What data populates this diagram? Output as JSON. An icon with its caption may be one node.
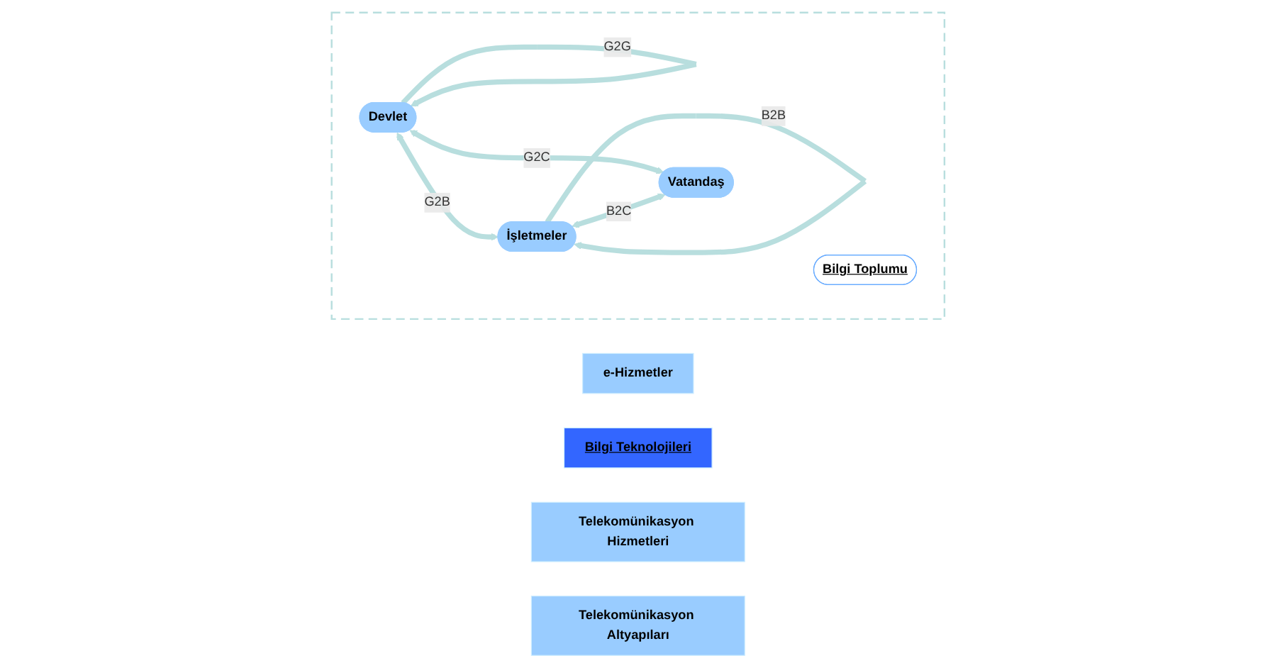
{
  "diagram": {
    "nodes": [
      {
        "text": [],
        "shape": "box"
      },
      {
        "text": [
          "Devlet"
        ],
        "in": 0
      },
      {
        "text": [
          "İşletmeler"
        ],
        "in": 0
      },
      {
        "text": [
          "Bilgi Toplumu"
        ],
        "in": 0
      },
      {
        "text": [
          "Vatandaş"
        ],
        "in": 0
      },
      {
        "text": [
          "e-Hizmetler"
        ]
      },
      {
        "text": [
          "Bilgi Teknolojileri"
        ]
      },
      {
        "text": [
          "Telekomünikasyon Hizmetleri"
        ]
      },
      {
        "text": [
          "Telekomünikasyon Altyapıları"
        ]
      }
    ],
    "edges": [
      {
        "from": 1,
        "to": 1,
        "arrow": "to",
        "label": "G2G"
      },
      {
        "from": 1,
        "to": 2,
        "arrow": "both",
        "label": "G2B"
      },
      {
        "from": 2,
        "to": 2,
        "arrow": "to",
        "label": "B2B"
      },
      {
        "from": 1,
        "to": 4,
        "arrow": "both",
        "label": "G2C"
      },
      {
        "from": 2,
        "to": 4,
        "arrow": "both",
        "label": "B2C"
      }
    ]
  }
}
